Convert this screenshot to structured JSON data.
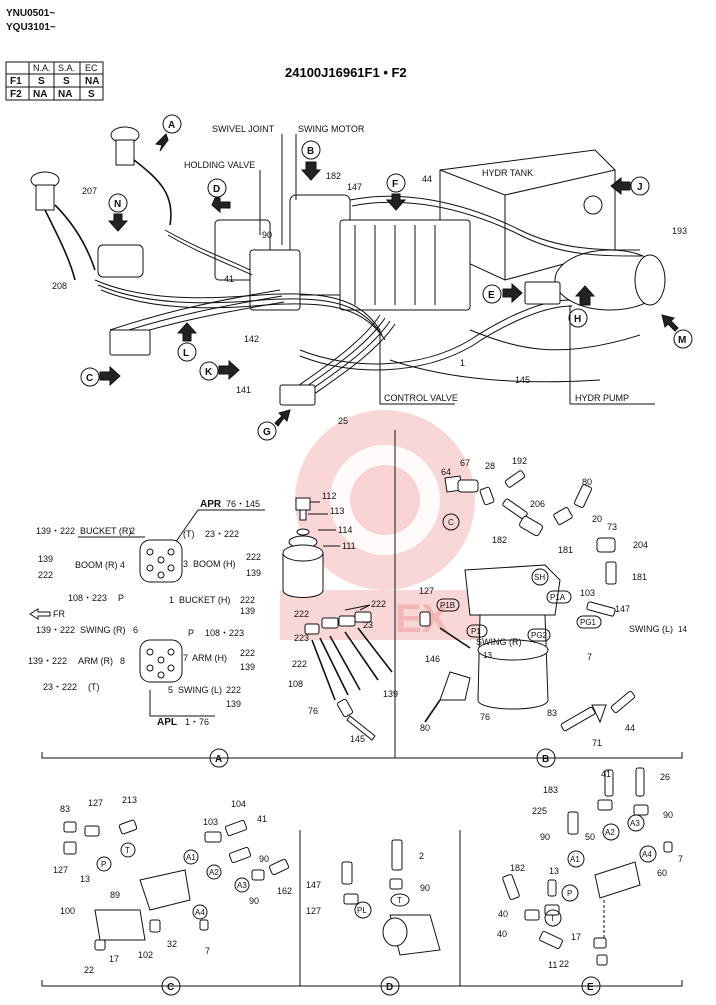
{
  "model_codes": [
    "YNU0501~",
    "YQU3101~"
  ],
  "title": "24100J16961F1 • F2",
  "applicability": {
    "headers": [
      "N.A.",
      "S.A.",
      "EC"
    ],
    "rows": [
      {
        "code": "F1",
        "cells": [
          "S",
          "S",
          "NA"
        ]
      },
      {
        "code": "F2",
        "cells": [
          "NA",
          "NA",
          "S"
        ]
      }
    ]
  },
  "overview_labels": {
    "swivel_joint": "SWIVEL JOINT",
    "swing_motor": "SWING MOTOR",
    "holding_valve": "HOLDING VALVE",
    "hydr_tank": "HYDR TANK",
    "control_valve": "CONTROL VALVE",
    "hydr_pump": "HYDR PUMP"
  },
  "view_letters": [
    "A",
    "B",
    "C",
    "D",
    "E",
    "F",
    "G",
    "H",
    "J",
    "K",
    "L",
    "M",
    "N"
  ],
  "overview_parts": [
    "207",
    "208",
    "182",
    "147",
    "44",
    "90",
    "41",
    "142",
    "141",
    "1",
    "145",
    "25",
    "193"
  ],
  "detail_a": {
    "apr": "APR",
    "apr_parts": "76・145",
    "apl": "APL",
    "apl_parts": "1・76",
    "fr": "FR",
    "apr_ports": [
      {
        "text": "139・222",
        "port": "BUCKET (R)",
        "num": "2"
      },
      {
        "text": "(T)",
        "parts": "23・222"
      },
      {
        "text": "139",
        "sub": "222",
        "port": "BOOM (R)",
        "num": "4"
      },
      {
        "num": "3",
        "port": "BOOM (H)",
        "parts": "222",
        "sub": "139"
      },
      {
        "text": "108・223",
        "port": "P"
      },
      {
        "num": "1",
        "port": "BUCKET (H)",
        "parts": "222",
        "sub": "139"
      }
    ],
    "apl_ports": [
      {
        "text": "139・222",
        "port": "SWING (R)",
        "num": "6"
      },
      {
        "port": "P",
        "parts": "108・223"
      },
      {
        "text": "139・222",
        "port": "ARM (R)",
        "num": "8"
      },
      {
        "num": "7",
        "port": "ARM (H)",
        "parts": "222",
        "sub": "139"
      },
      {
        "text": "23・222",
        "port": "(T)"
      },
      {
        "num": "5",
        "port": "SWING (L)",
        "parts": "222",
        "sub": "139"
      }
    ],
    "parts": [
      "112",
      "113",
      "114",
      "111",
      "222",
      "222",
      "223",
      "222",
      "108",
      "23",
      "139",
      "76",
      "145"
    ]
  },
  "detail_b": {
    "parts": [
      "64",
      "67",
      "28",
      "192",
      "80",
      "206",
      "20",
      "73",
      "204",
      "181",
      "182",
      "181",
      "103",
      "147",
      "127",
      "146",
      "80",
      "76",
      "83",
      "71",
      "44",
      "7",
      "14"
    ],
    "circle_labels": [
      "C",
      "SH",
      "P1B",
      "P1",
      "PG2",
      "P1A",
      "PG1"
    ],
    "swing_r": "SWING (R)",
    "swing_l": "SWING (L)",
    "port_13": "13"
  },
  "detail_c": {
    "parts": [
      "83",
      "127",
      "213",
      "127",
      "13",
      "103",
      "104",
      "41",
      "90",
      "162",
      "90",
      "89",
      "100",
      "32",
      "22",
      "17",
      "102",
      "7"
    ],
    "circle_labels": [
      "P",
      "T",
      "A1",
      "A2",
      "A3",
      "A4"
    ]
  },
  "detail_d": {
    "parts": [
      "2",
      "147",
      "90",
      "127"
    ],
    "circle_labels": [
      "PL",
      "T"
    ]
  },
  "detail_e": {
    "parts": [
      "41",
      "26",
      "183",
      "90",
      "225",
      "50",
      "90",
      "7",
      "182",
      "13",
      "60",
      "40",
      "40",
      "17",
      "11",
      "22"
    ],
    "circle_labels": [
      "A1",
      "A2",
      "A3",
      "A4",
      "P",
      "T"
    ]
  },
  "section_letters": [
    "A",
    "B",
    "C",
    "D",
    "E"
  ],
  "watermark": "EX"
}
